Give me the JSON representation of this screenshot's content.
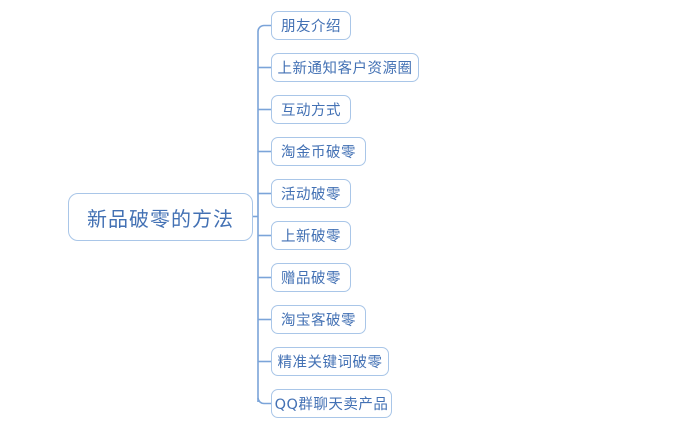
{
  "diagram": {
    "type": "mind-map",
    "orientation": "left-root-right-branches",
    "title": "新品破零的方法",
    "root": {
      "label": "新品破零的方法"
    },
    "colors": {
      "background": "#ffffff",
      "node_border": "#a9c6e8",
      "node_text": "#4371b4",
      "connector": "#7ba4d9"
    },
    "branches": [
      {
        "label": "朋友介绍"
      },
      {
        "label": "上新通知客户资源圈"
      },
      {
        "label": "互动方式"
      },
      {
        "label": "淘金币破零"
      },
      {
        "label": "活动破零"
      },
      {
        "label": "上新破零"
      },
      {
        "label": "赠品破零"
      },
      {
        "label": "淘宝客破零"
      },
      {
        "label": "精准关键词破零"
      },
      {
        "label": "QQ群聊天卖产品"
      }
    ]
  }
}
